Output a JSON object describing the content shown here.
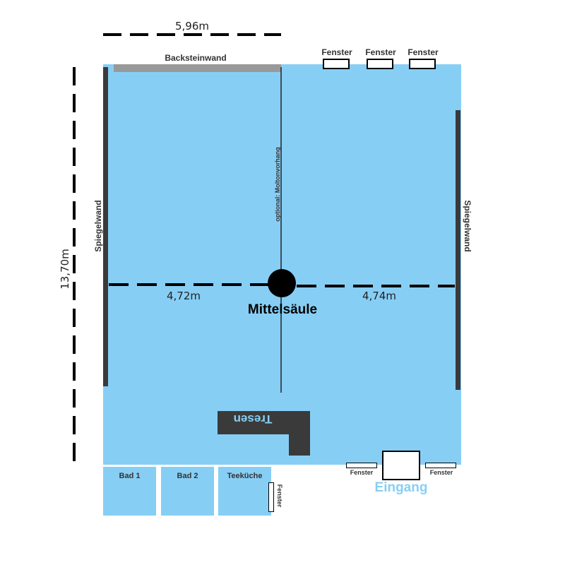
{
  "dimensions": {
    "width_top": "5,96m",
    "height_left": "13,70m",
    "left_half": "4,72m",
    "right_half": "4,74m"
  },
  "labels": {
    "brick_wall": "Backsteinwand",
    "mirror_wall_left": "Spiegelwand",
    "mirror_wall_right": "Spiegelwand",
    "curtain": "optional: Moltonvorhang",
    "column": "Mittelsäule",
    "counter": "Tresen",
    "entrance": "Eingang",
    "bath1": "Bad 1",
    "bath2": "Bad 2",
    "kitchen": "Teeküche"
  },
  "windows": {
    "top": [
      "Fenster",
      "Fenster",
      "Fenster"
    ],
    "entrance_left": "Fenster",
    "entrance_right": "Fenster",
    "kitchen": "Fenster"
  },
  "colors": {
    "room": "#87CEF5",
    "walls": "#3a3a3a",
    "brick_wall": "#999999",
    "entrance_text": "#87CEF5"
  }
}
